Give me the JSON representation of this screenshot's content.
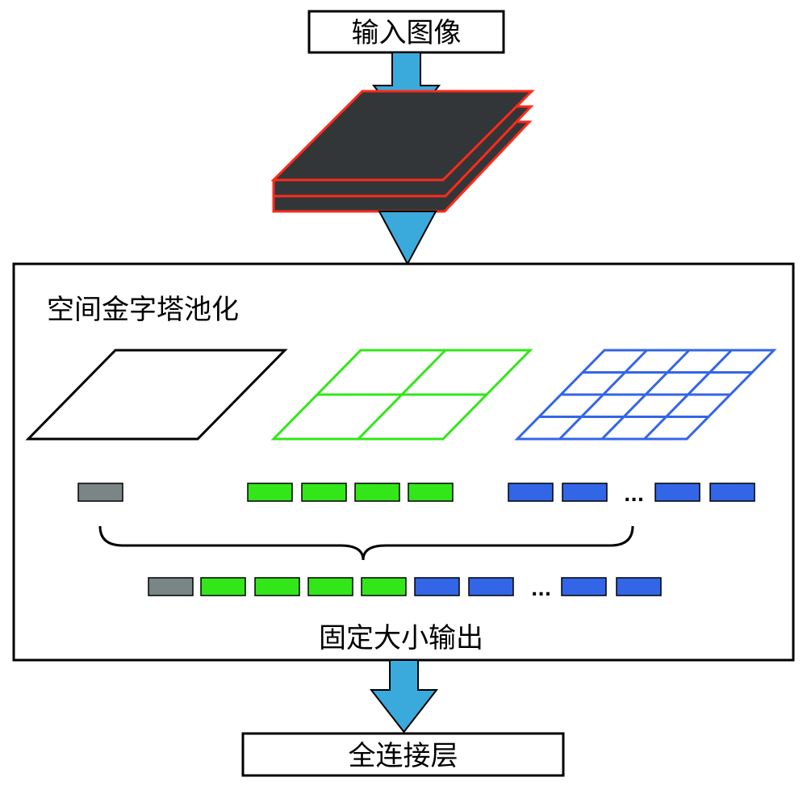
{
  "input_label": "输入图像",
  "spp_title": "空间金字塔池化",
  "fixed_output_label": "固定大小输出",
  "fc_label": "全连接层",
  "ellipsis": "...",
  "colors": {
    "arrow_fill": "#3aaadc",
    "feature_map_fill": "#333638",
    "feature_map_stroke": "#ff2a1a",
    "level1_color": "#000000",
    "level2_color": "#33e61a",
    "level3_color": "#3366e6",
    "gray_bin": "#7a8585",
    "green_bin": "#33e61a",
    "blue_bin": "#3366e6"
  },
  "pyramid_levels": [
    {
      "name": "1x1",
      "grid": 1,
      "color": "#000000"
    },
    {
      "name": "2x2",
      "grid": 2,
      "color": "#33e61a"
    },
    {
      "name": "4x4",
      "grid": 4,
      "color": "#3366e6"
    }
  ]
}
